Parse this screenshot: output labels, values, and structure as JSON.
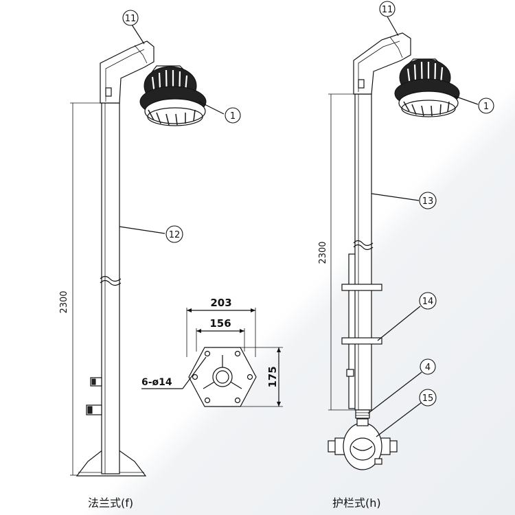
{
  "callouts": {
    "c11a": "11",
    "c1a": "1",
    "c12": "12",
    "c11b": "11",
    "c1b": "1",
    "c13": "13",
    "c14": "14",
    "c4": "4",
    "c15": "15"
  },
  "dimensions": {
    "left_height": "2300",
    "right_height": "2300",
    "flange_outer": "203",
    "flange_inner": "156",
    "flange_height": "175",
    "holes": "6-ø14"
  },
  "captions": {
    "left": "法兰式(f)",
    "right": "护栏式(h)"
  }
}
